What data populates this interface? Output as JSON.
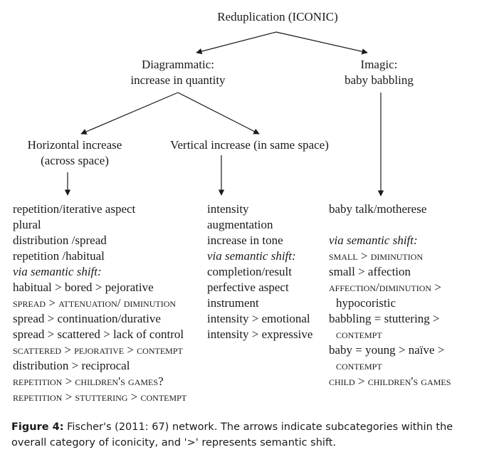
{
  "root": {
    "label": "Reduplication (ICONIC)"
  },
  "diagrammatic": {
    "line1": "Diagrammatic:",
    "line2": "increase in quantity"
  },
  "imagic": {
    "line1": "Imagic:",
    "line2": "baby babbling"
  },
  "horizontal": {
    "line1": "Horizontal increase",
    "line2": "(across space)"
  },
  "vertical": {
    "line1": "Vertical increase (in same space)"
  },
  "lists": {
    "horizontal": [
      "repetition/iterative aspect",
      "plural",
      "distribution /spread",
      "repetition /habitual",
      "via semantic shift:",
      "habitual > bored > pejorative",
      "spread > attenuation/ diminution",
      "spread > continuation/durative",
      "spread > scattered > lack of control",
      "scattered > pejorative > contempt",
      "distribution > reciprocal",
      "repetition > children's games?",
      "repetition > stuttering > contempt"
    ],
    "vertical": [
      "intensity",
      "augmentation",
      "increase in tone",
      "via semantic shift:",
      "completion/result",
      "perfective aspect",
      "instrument",
      "intensity > emotional",
      "intensity > expressive"
    ],
    "imagic": [
      "baby talk/motherese",
      "",
      "via semantic shift:",
      "small > diminution",
      "small > affection",
      "affection/diminution >",
      "hypocoristic",
      "babbling = stuttering >",
      "contempt",
      "baby = young > naïve >",
      "contempt",
      "child > children's games"
    ]
  },
  "caption": {
    "label": "Figure 4:",
    "text": " Fischer's (2011: 67) network. The arrows indicate subcategories within the overall category of iconicity, and '>' represents semantic shift."
  }
}
